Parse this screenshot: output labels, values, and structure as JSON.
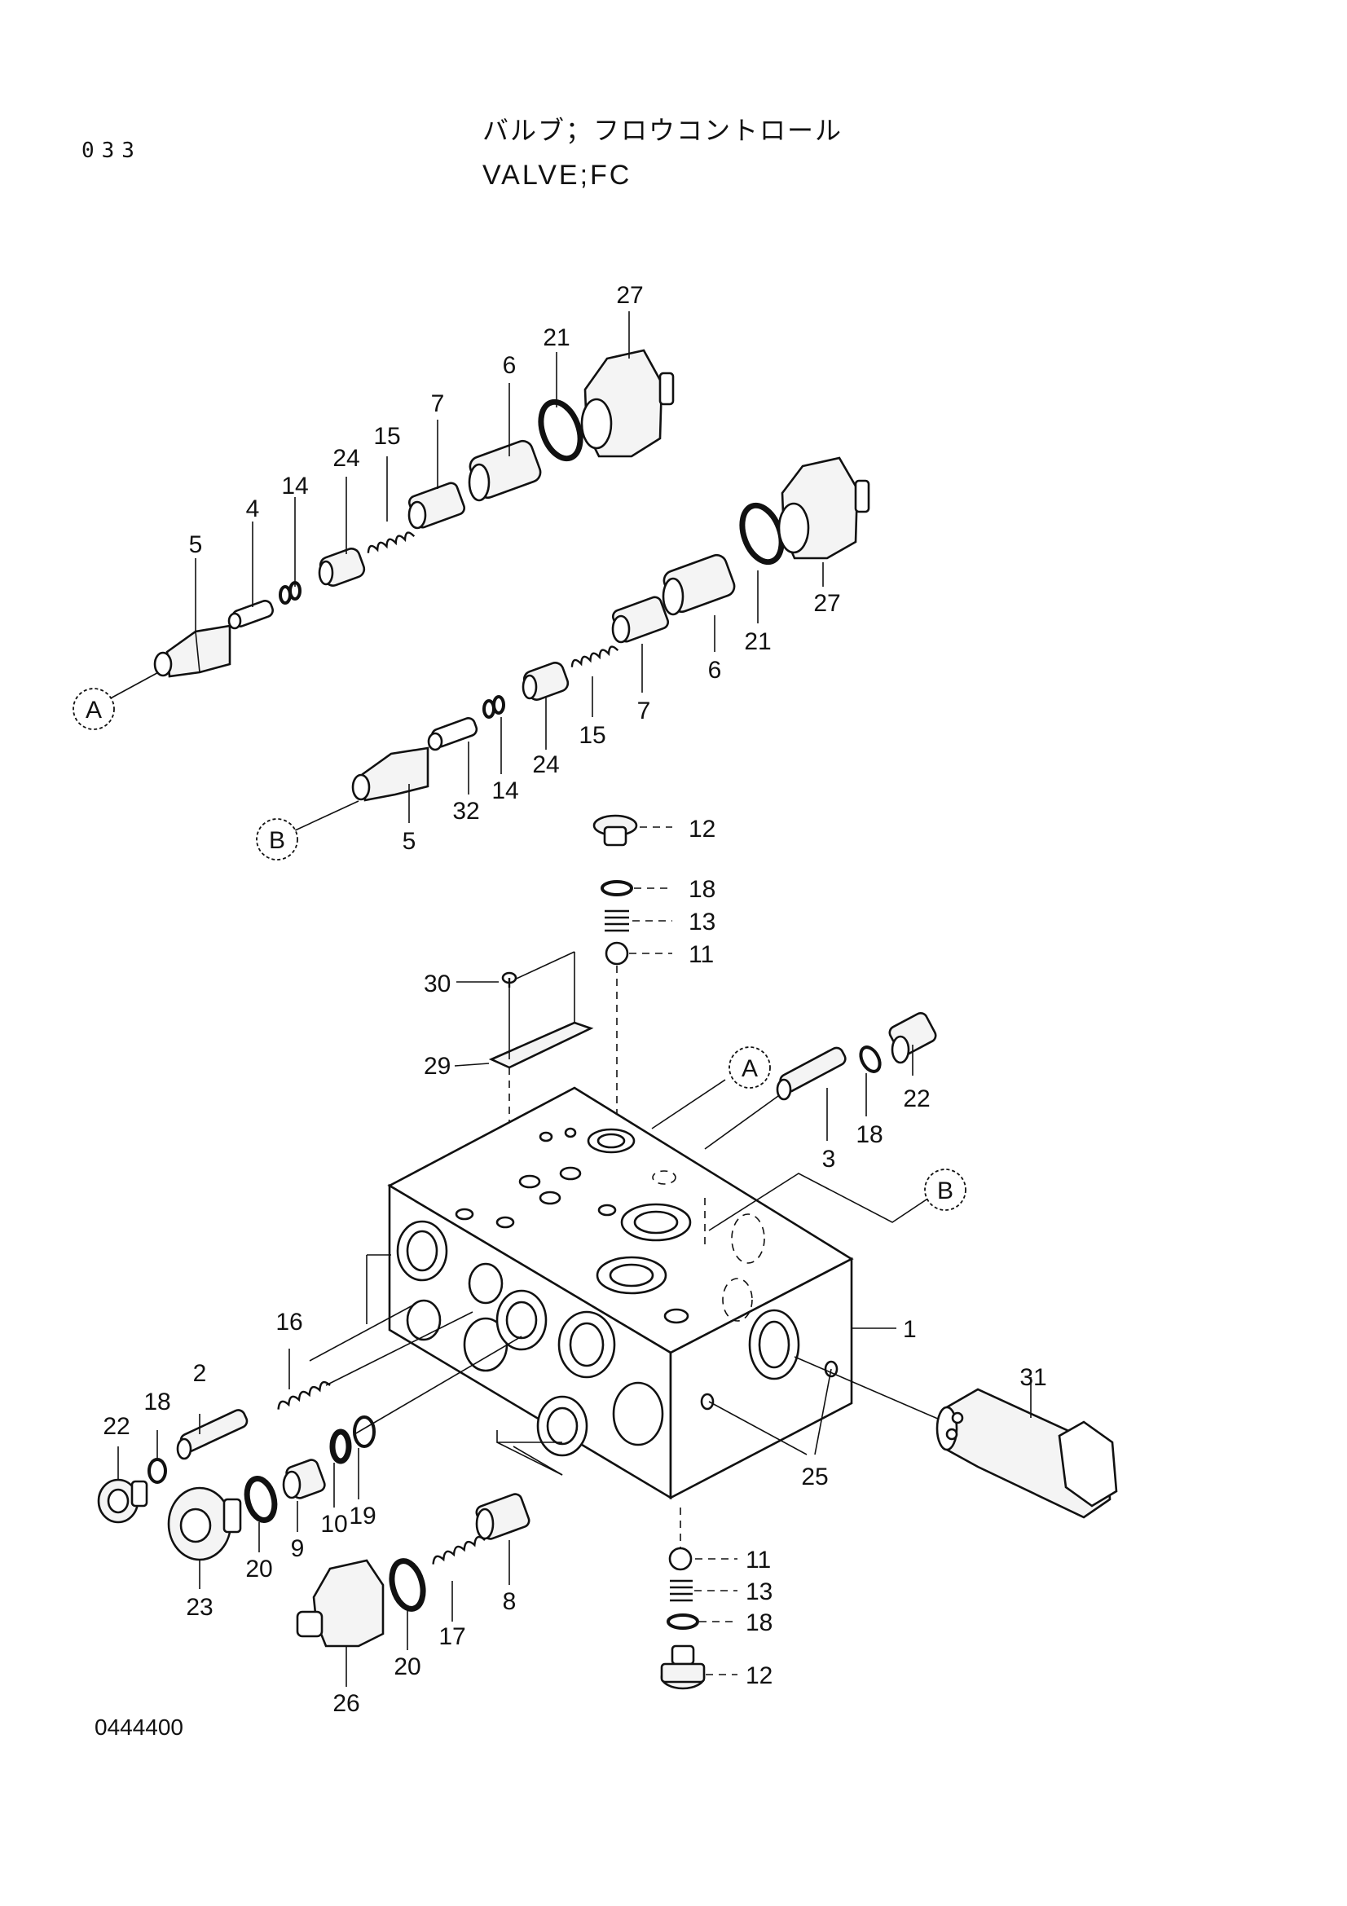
{
  "header": {
    "page_number": "033",
    "title_jp": "バルブ；フロウコントロール",
    "title_en": "VALVE;FC"
  },
  "footer": {
    "drawing_id": "0444400"
  },
  "refs": {
    "A": "A",
    "B": "B"
  },
  "callouts": [
    {
      "id": "c27a",
      "text": "27"
    },
    {
      "id": "c21a",
      "text": "21"
    },
    {
      "id": "c6a",
      "text": "6"
    },
    {
      "id": "c7a",
      "text": "7"
    },
    {
      "id": "c15a",
      "text": "15"
    },
    {
      "id": "c24a",
      "text": "24"
    },
    {
      "id": "c14a",
      "text": "14"
    },
    {
      "id": "c4",
      "text": "4"
    },
    {
      "id": "c5a",
      "text": "5"
    },
    {
      "id": "c27b",
      "text": "27"
    },
    {
      "id": "c21b",
      "text": "21"
    },
    {
      "id": "c6b",
      "text": "6"
    },
    {
      "id": "c7b",
      "text": "7"
    },
    {
      "id": "c15b",
      "text": "15"
    },
    {
      "id": "c24b",
      "text": "24"
    },
    {
      "id": "c14b",
      "text": "14"
    },
    {
      "id": "c32",
      "text": "32"
    },
    {
      "id": "c5b",
      "text": "5"
    },
    {
      "id": "c12a",
      "text": "12"
    },
    {
      "id": "c18a",
      "text": "18"
    },
    {
      "id": "c13a",
      "text": "13"
    },
    {
      "id": "c11a",
      "text": "11"
    },
    {
      "id": "c30",
      "text": "30"
    },
    {
      "id": "c29",
      "text": "29"
    },
    {
      "id": "c22a",
      "text": "22"
    },
    {
      "id": "c18b",
      "text": "18"
    },
    {
      "id": "c3",
      "text": "3"
    },
    {
      "id": "c1",
      "text": "1"
    },
    {
      "id": "c31",
      "text": "31"
    },
    {
      "id": "c25",
      "text": "25"
    },
    {
      "id": "c16",
      "text": "16"
    },
    {
      "id": "c2",
      "text": "2"
    },
    {
      "id": "c18c",
      "text": "18"
    },
    {
      "id": "c22b",
      "text": "22"
    },
    {
      "id": "c23",
      "text": "23"
    },
    {
      "id": "c20a",
      "text": "20"
    },
    {
      "id": "c9",
      "text": "9"
    },
    {
      "id": "c10",
      "text": "10"
    },
    {
      "id": "c19",
      "text": "19"
    },
    {
      "id": "c8",
      "text": "8"
    },
    {
      "id": "c17",
      "text": "17"
    },
    {
      "id": "c20b",
      "text": "20"
    },
    {
      "id": "c26",
      "text": "26"
    },
    {
      "id": "c11b",
      "text": "11"
    },
    {
      "id": "c13b",
      "text": "13"
    },
    {
      "id": "c18d",
      "text": "18"
    },
    {
      "id": "c12b",
      "text": "12"
    }
  ]
}
